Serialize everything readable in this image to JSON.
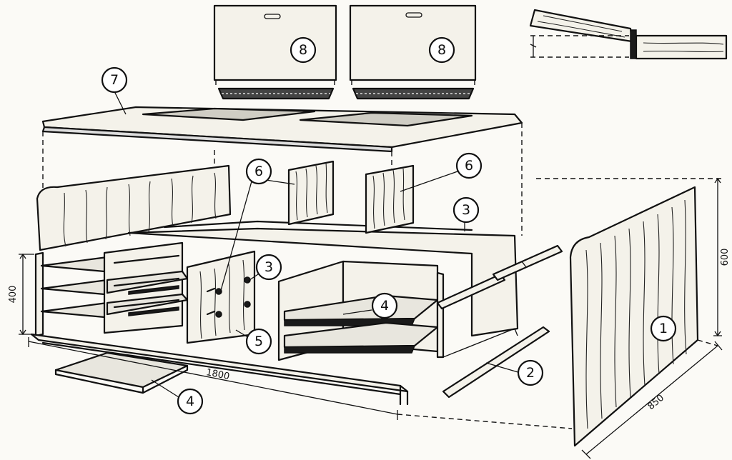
{
  "callouts": [
    {
      "id": "lid-left",
      "label": "8"
    },
    {
      "id": "lid-right",
      "label": "8"
    },
    {
      "id": "top-panel",
      "label": "7"
    },
    {
      "id": "divider-left",
      "label": "6"
    },
    {
      "id": "divider-right",
      "label": "6"
    },
    {
      "id": "back-panel",
      "label": "3"
    },
    {
      "id": "center-panel",
      "label": "3"
    },
    {
      "id": "shelf-right",
      "label": "4"
    },
    {
      "id": "shelf-front",
      "label": "4"
    },
    {
      "id": "bottom-center",
      "label": "5"
    },
    {
      "id": "rail",
      "label": "2"
    },
    {
      "id": "end-panel",
      "label": "1"
    }
  ],
  "dimensions": {
    "height_left": "400",
    "length": "1800",
    "height_right": "600",
    "depth": "850"
  }
}
